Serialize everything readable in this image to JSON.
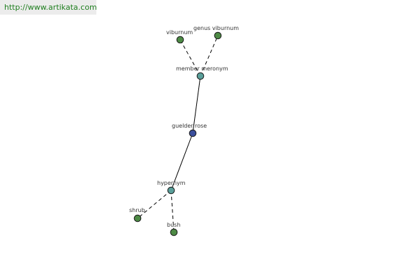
{
  "watermark": {
    "text": "http://www.artikata.com"
  },
  "colors": {
    "center": "#3b4f9c",
    "relation": "#5a9f9a",
    "leaf": "#4d8a45",
    "edge": "#000000",
    "watermark_text": "#1f7f1f",
    "watermark_bg": "#ececec"
  },
  "graph": {
    "nodes": [
      {
        "id": "guelder-rose",
        "label": "guelder rose",
        "kind": "center"
      },
      {
        "id": "member-meronym",
        "label": "member meronym",
        "kind": "relation"
      },
      {
        "id": "hypernym",
        "label": "hypernym",
        "kind": "relation"
      },
      {
        "id": "viburnum",
        "label": "viburnum",
        "kind": "leaf"
      },
      {
        "id": "genus-viburnum",
        "label": "genus viburnum",
        "kind": "leaf"
      },
      {
        "id": "shrub",
        "label": "shrub",
        "kind": "leaf"
      },
      {
        "id": "bush",
        "label": "bush",
        "kind": "leaf"
      }
    ],
    "edges": [
      {
        "from": "guelder-rose",
        "to": "member-meronym",
        "style": "solid"
      },
      {
        "from": "guelder-rose",
        "to": "hypernym",
        "style": "solid"
      },
      {
        "from": "member-meronym",
        "to": "viburnum",
        "style": "dashed"
      },
      {
        "from": "member-meronym",
        "to": "genus-viburnum",
        "style": "dashed"
      },
      {
        "from": "hypernym",
        "to": "shrub",
        "style": "dashed"
      },
      {
        "from": "hypernym",
        "to": "bush",
        "style": "dashed"
      }
    ]
  }
}
